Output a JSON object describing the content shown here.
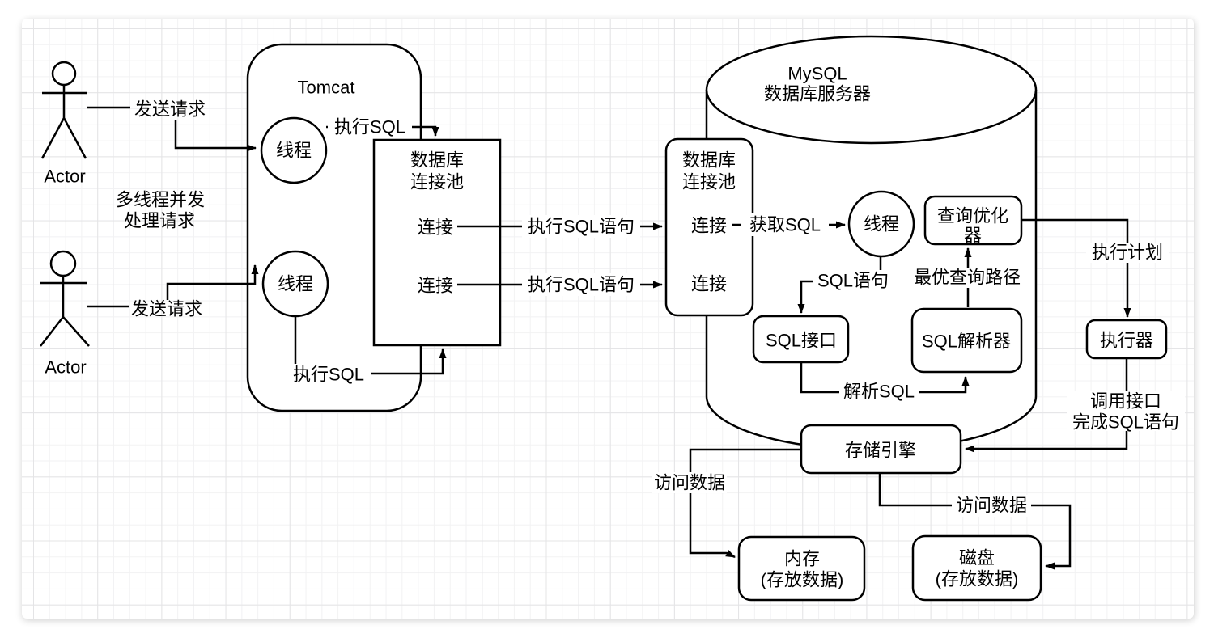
{
  "diagram": {
    "actors": {
      "top_label": "Actor",
      "bottom_label": "Actor"
    },
    "edge_labels": {
      "send_request_top": "发送请求",
      "send_request_bottom": "发送请求",
      "multithread_line1": "多线程并发",
      "multithread_line2": "处理请求",
      "exec_sql_top": "执行SQL",
      "exec_sql_bottom": "执行SQL",
      "exec_sql_stmt_top": "执行SQL语句",
      "exec_sql_stmt_bottom": "执行SQL语句",
      "get_sql": "获取SQL",
      "sql_stmt": "SQL语句",
      "parse_sql": "解析SQL",
      "best_query_path": "最优查询路径",
      "exec_plan": "执行计划",
      "call_interface_line1": "调用接口",
      "call_interface_line2": "完成SQL语句",
      "access_data_left": "访问数据",
      "access_data_right": "访问数据"
    },
    "nodes": {
      "tomcat": "Tomcat",
      "thread_top": "线程",
      "thread_bottom": "线程",
      "pool_left_line1": "数据库",
      "pool_left_line2": "连接池",
      "pool_left_conn1": "连接",
      "pool_left_conn2": "连接",
      "mysql_line1": "MySQL",
      "mysql_line2": "数据库服务器",
      "pool_right_line1": "数据库",
      "pool_right_line2": "连接池",
      "pool_right_conn1": "连接",
      "pool_right_conn2": "连接",
      "mysql_thread": "线程",
      "sql_interface": "SQL接口",
      "sql_parser": "SQL解析器",
      "optimizer_line1": "查询优化",
      "optimizer_line2": "器",
      "executor": "执行器",
      "storage_engine": "存储引擎",
      "memory_line1": "内存",
      "memory_line2": "(存放数据)",
      "disk_line1": "磁盘",
      "disk_line2": "(存放数据)"
    },
    "colors": {
      "stroke": "#000000",
      "fill": "#ffffff",
      "grid_minor": "#f2f2f3",
      "grid_major": "#e4e4e6"
    }
  }
}
